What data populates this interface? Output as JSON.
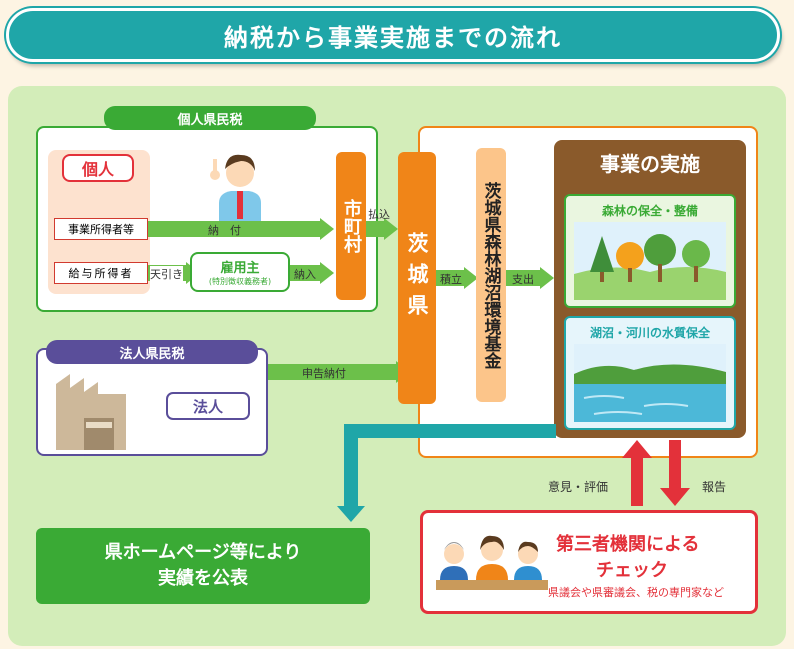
{
  "title": "納税から事業実施までの流れ",
  "individual_tax": {
    "label": "個人県民税",
    "person_label": "個人",
    "rows": [
      "事業所得者等",
      "給与所得者"
    ],
    "payment_label": "納　付",
    "withholding_label": "天引き",
    "employer_label": "雇用主",
    "employer_sub": "(特別徴収義務者)",
    "remit_label": "納入",
    "municipality": "市町村",
    "transfer_label": "払込"
  },
  "corporate_tax": {
    "label": "法人県民税",
    "corp_label": "法人",
    "filing_label": "申告納付"
  },
  "prefecture": "茨城県",
  "fund": {
    "name": "茨城県森林湖沼環境基金",
    "deposit_label": "積立",
    "expense_label": "支出"
  },
  "projects": {
    "title": "事業の実施",
    "forest_label": "森林の保全・整備",
    "water_label": "湖沼・河川の水質保全"
  },
  "feedback": {
    "opinion_label": "意見・評価",
    "report_label": "報告"
  },
  "third_party": {
    "title_line1": "第三者機関による",
    "title_line2": "チェック",
    "subtitle": "県議会や県審議会、税の専門家など"
  },
  "publication": {
    "line1": "県ホームページ等により",
    "line2": "実績を公表"
  },
  "colors": {
    "teal": "#1fa6a8",
    "green": "#3aaa35",
    "orange": "#f08518",
    "brown": "#8a5a2b",
    "red": "#e3313a",
    "purple": "#5a4e9a"
  }
}
